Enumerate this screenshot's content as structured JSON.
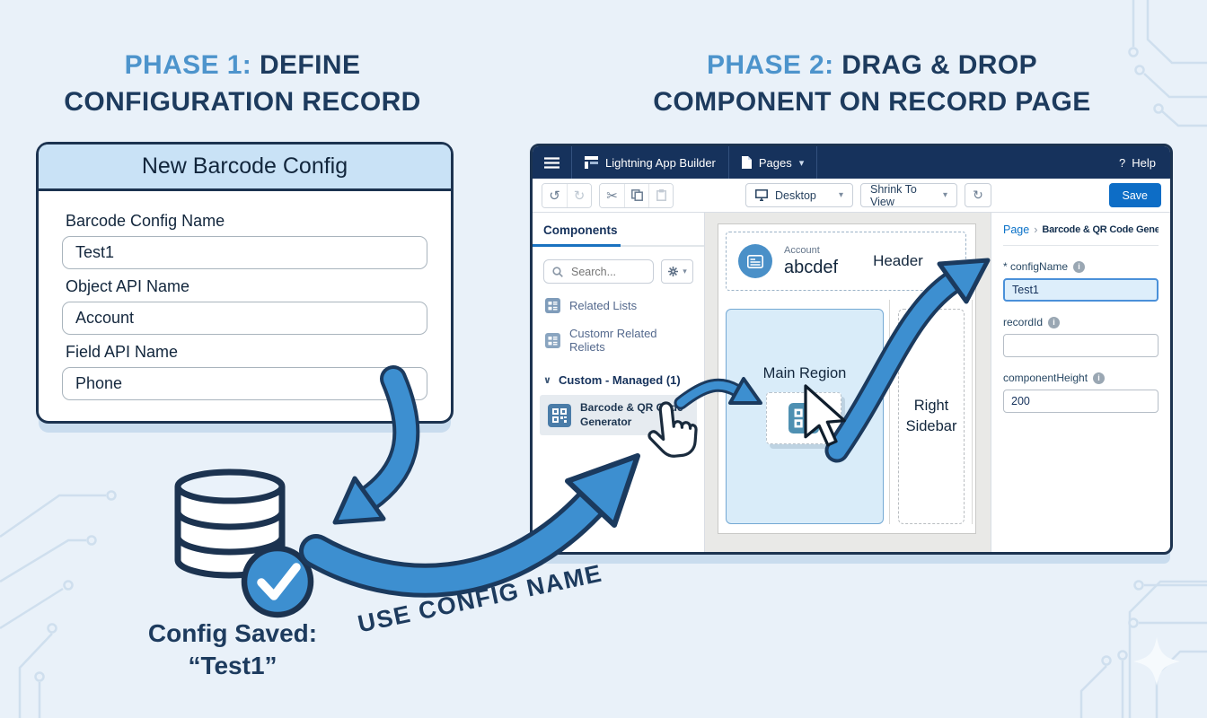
{
  "colors": {
    "background": "#e9f1f9",
    "title_accent": "#4d94cc",
    "title_dark": "#1d3b5e",
    "arrow_fill": "#3d8fd0",
    "arrow_outline": "#1b3a5e",
    "form_header_bg": "#c9e2f6",
    "card_border": "#1c3350",
    "salesforce_navbar": "#16325c",
    "save_button": "#0d6dc6",
    "link_blue": "#0b72c8",
    "highlight_input_bg": "#ddeefb",
    "main_region_fill": "#d9ecf9"
  },
  "phase1": {
    "label": "PHASE 1:",
    "line1": "DEFINE",
    "line2": "CONFIGURATION RECORD"
  },
  "phase2": {
    "label": "PHASE 2:",
    "line1": "DRAG & DROP",
    "line2": "COMPONENT ON RECORD PAGE"
  },
  "form": {
    "title": "New Barcode Config",
    "fields": [
      {
        "label": "Barcode Config Name",
        "value": "Test1"
      },
      {
        "label": "Object API Name",
        "value": "Account"
      },
      {
        "label": "Field API Name",
        "value": "Phone"
      }
    ]
  },
  "saved": {
    "line1": "Config Saved:",
    "line2": "“Test1”"
  },
  "flow_label": "USE CONFIG NAME",
  "icons": {
    "menu": "hamburger",
    "app_logo": "grid",
    "pages": "document",
    "chevron_down": "▾",
    "section_chevron": "∨",
    "help": "?",
    "undo": "↺",
    "redo": "↻",
    "cut": "✂",
    "copy": "copy-sheets",
    "paste": "clipboard",
    "device": "monitor",
    "refresh": "↻",
    "search": "magnifier",
    "gear": "gear",
    "list": "related-list",
    "qr": "qr-code",
    "account": "building",
    "info": "i",
    "check": "checkmark",
    "breadcrumb_sep": "›"
  },
  "builder": {
    "navbar": {
      "app_title": "Lightning App Builder",
      "pages_label": "Pages",
      "help_label": "Help"
    },
    "toolbar": {
      "device_value": "Desktop",
      "view_value": "Shrink To View",
      "save_label": "Save"
    },
    "components": {
      "title": "Components",
      "search_placeholder": "Search...",
      "items": [
        "Related Lists",
        "Customr Related Reliets"
      ],
      "section_label": "Custom - Managed (1)",
      "custom_component_line1": "Barcode & QR Code",
      "custom_component_line2": "Generator"
    },
    "canvas": {
      "record_object": "Account",
      "record_name": "abcdef",
      "header_label": "Header",
      "main_region_label": "Main Region",
      "sidebar_label": "Right Sidebar"
    },
    "properties": {
      "breadcrumb_root": "Page",
      "breadcrumb_current": "Barcode & QR Code Generat...",
      "fields": [
        {
          "label": "* configName",
          "value": "Test1"
        },
        {
          "label": "recordId",
          "value": ""
        },
        {
          "label": "componentHeight",
          "value": "200"
        }
      ]
    }
  }
}
